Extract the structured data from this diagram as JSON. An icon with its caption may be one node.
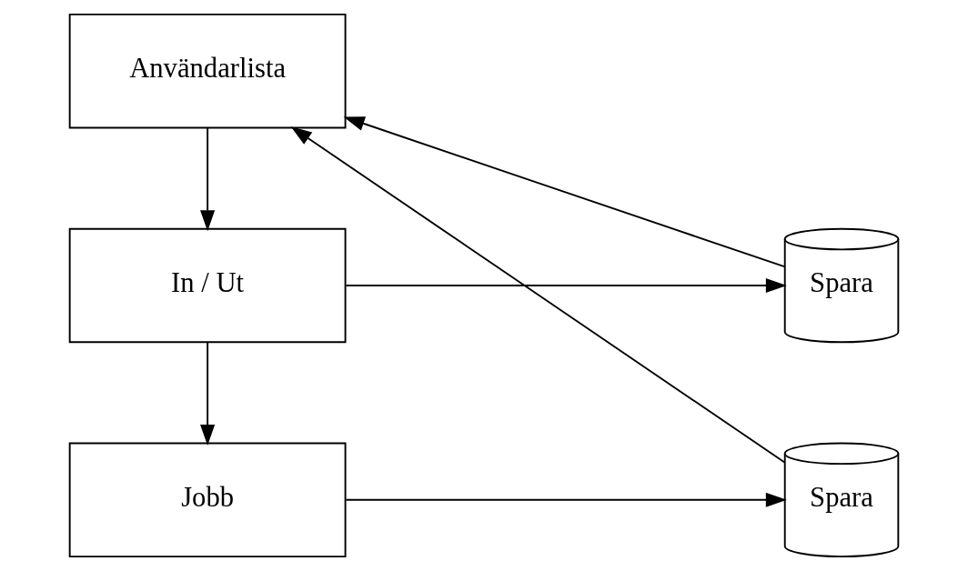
{
  "diagram": {
    "nodes": [
      {
        "text": [
          "Användarlista"
        ]
      },
      {
        "text": [
          "In / Ut"
        ]
      },
      {
        "text": [
          "Jobb"
        ]
      },
      {
        "text": [
          "Spara"
        ]
      },
      {
        "text": [
          "Spara"
        ]
      }
    ],
    "edges": [
      {
        "from": 0,
        "to": 1,
        "arrow": "to"
      },
      {
        "from": 1,
        "to": 2,
        "arrow": "to"
      },
      {
        "from": 1,
        "to": 3,
        "arrow": "to"
      },
      {
        "from": 2,
        "to": 4,
        "arrow": "to"
      },
      {
        "from": 3,
        "to": 0,
        "arrow": "to"
      },
      {
        "from": 4,
        "to": 0,
        "arrow": "to"
      }
    ]
  }
}
